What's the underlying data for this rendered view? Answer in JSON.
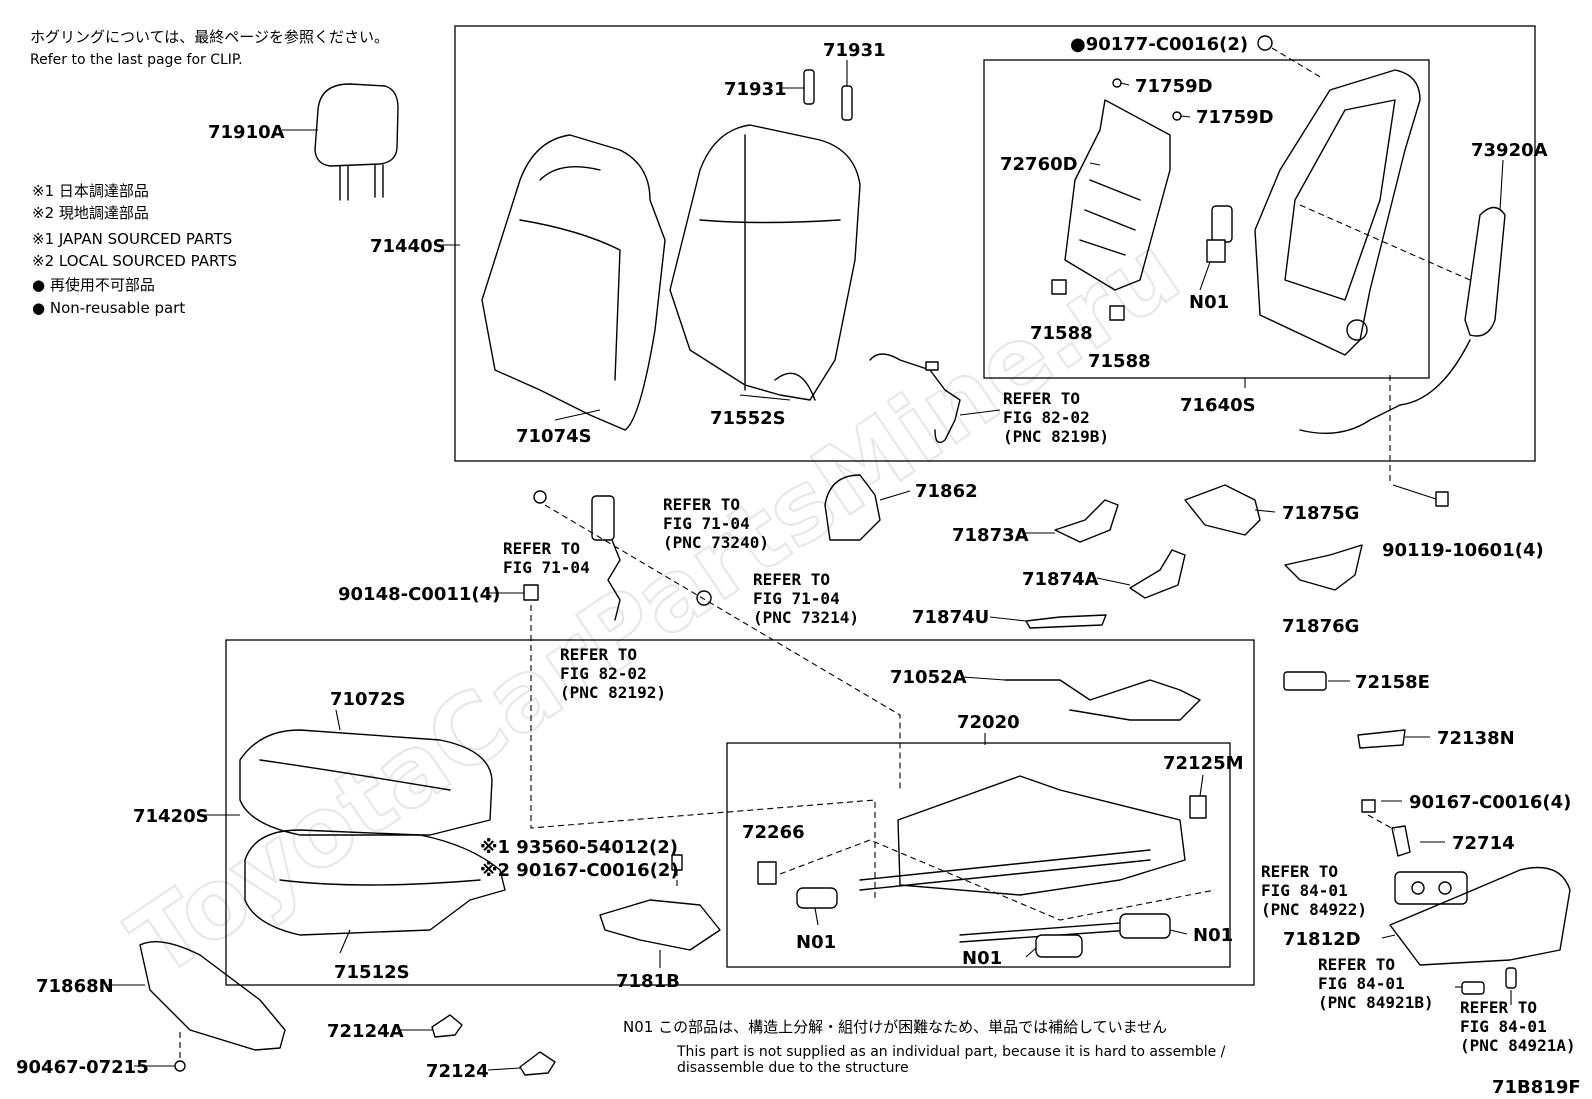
{
  "notes": {
    "clip_jp": "ホグリングについては、最終ページを参照ください。",
    "clip_en": "Refer to the last page for CLIP.",
    "legend": [
      "※1 日本調達部品",
      "※2 現地調達部品",
      "※1 JAPAN SOURCED PARTS",
      "※2 LOCAL SOURCED PARTS",
      "● 再使用不可部品",
      "● Non-reusable part"
    ],
    "n01_jp": "N01 この部品は、構造上分解・組付けが困難なため、単品では補給していません",
    "n01_en_1": "This part is not supplied as an individual part, because it is hard to assemble /",
    "n01_en_2": "disassemble due to the structure"
  },
  "watermark": "ToyotaCarPartsMine.ru",
  "figure_code": "71B819F",
  "part_labels": {
    "p71910A": "71910A",
    "p71440S": "71440S",
    "p71931a": "71931",
    "p71931b": "71931",
    "p71074S": "71074S",
    "p71552S": "71552S",
    "p90177": "●90177-C0016(2)",
    "p71759Da": "71759D",
    "p71759Db": "71759D",
    "p72760D": "72760D",
    "pN01a": "N01",
    "p71588a": "71588",
    "p71588b": "71588",
    "p71640S": "71640S",
    "p73920A": "73920A",
    "p90119": "90119-10601(4)",
    "p71862": "71862",
    "p71873A": "71873A",
    "p71875G": "71875G",
    "p71874A": "71874A",
    "p71876G": "71876G",
    "p71874U": "71874U",
    "p90148": "90148-C0011(4)",
    "p71052A": "71052A",
    "p72158E": "72158E",
    "p71072S": "71072S",
    "p72020": "72020",
    "p72125M": "72125M",
    "p72138N": "72138N",
    "p71420S": "71420S",
    "p93560": "※1 93560-54012(2)",
    "p90167a": "※2 90167-C0016(2)",
    "p72266": "72266",
    "p90167b": "90167-C0016(4)",
    "p72714": "72714",
    "p71512S": "71512S",
    "pN01b": "N01",
    "pN01c": "N01",
    "pN01d": "N01",
    "p7181B": "7181B",
    "p71812D": "71812D",
    "p71868N": "71868N",
    "p72124A": "72124A",
    "p72124": "72124",
    "p90467": "90467-07215"
  },
  "refs": {
    "r82_02_8219B": [
      "REFER TO",
      "FIG 82-02",
      "(PNC 8219B)"
    ],
    "r71_04_73240": [
      "REFER TO",
      "FIG 71-04",
      "(PNC 73240)"
    ],
    "r71_04_plain": [
      "REFER TO",
      "FIG 71-04"
    ],
    "r71_04_73214": [
      "REFER TO",
      "FIG 71-04",
      "(PNC 73214)"
    ],
    "r82_02_82192": [
      "REFER TO",
      "FIG 82-02",
      "(PNC 82192)"
    ],
    "r84_01_84922": [
      "REFER TO",
      "FIG 84-01",
      "(PNC 84922)"
    ],
    "r84_01_84921B": [
      "REFER TO",
      "FIG 84-01",
      "(PNC 84921B)"
    ],
    "r84_01_84921A": [
      "REFER TO",
      "FIG 84-01",
      "(PNC 84921A)"
    ]
  }
}
